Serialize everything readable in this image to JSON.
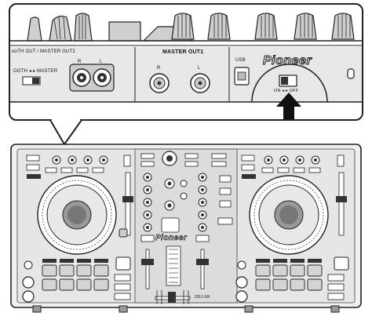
{
  "callout": {
    "section_label_left": "ooTH OUT / MASTER OUT2",
    "booth_master_label": "OOTH ◂ ▸ MASTER",
    "master_out1_label": "MASTER OUT1",
    "channel_r": "R",
    "channel_l": "L",
    "channel_r2": "R",
    "channel_l2": "L",
    "usb_label": "USB",
    "brand": "Pioneer",
    "switch_label": "ON ◂ ▸ OFF",
    "icon": "arrow-up-icon"
  },
  "controller": {
    "brand": "Pioneer",
    "model": "DDJ-SR",
    "brand_color": "#222222"
  }
}
